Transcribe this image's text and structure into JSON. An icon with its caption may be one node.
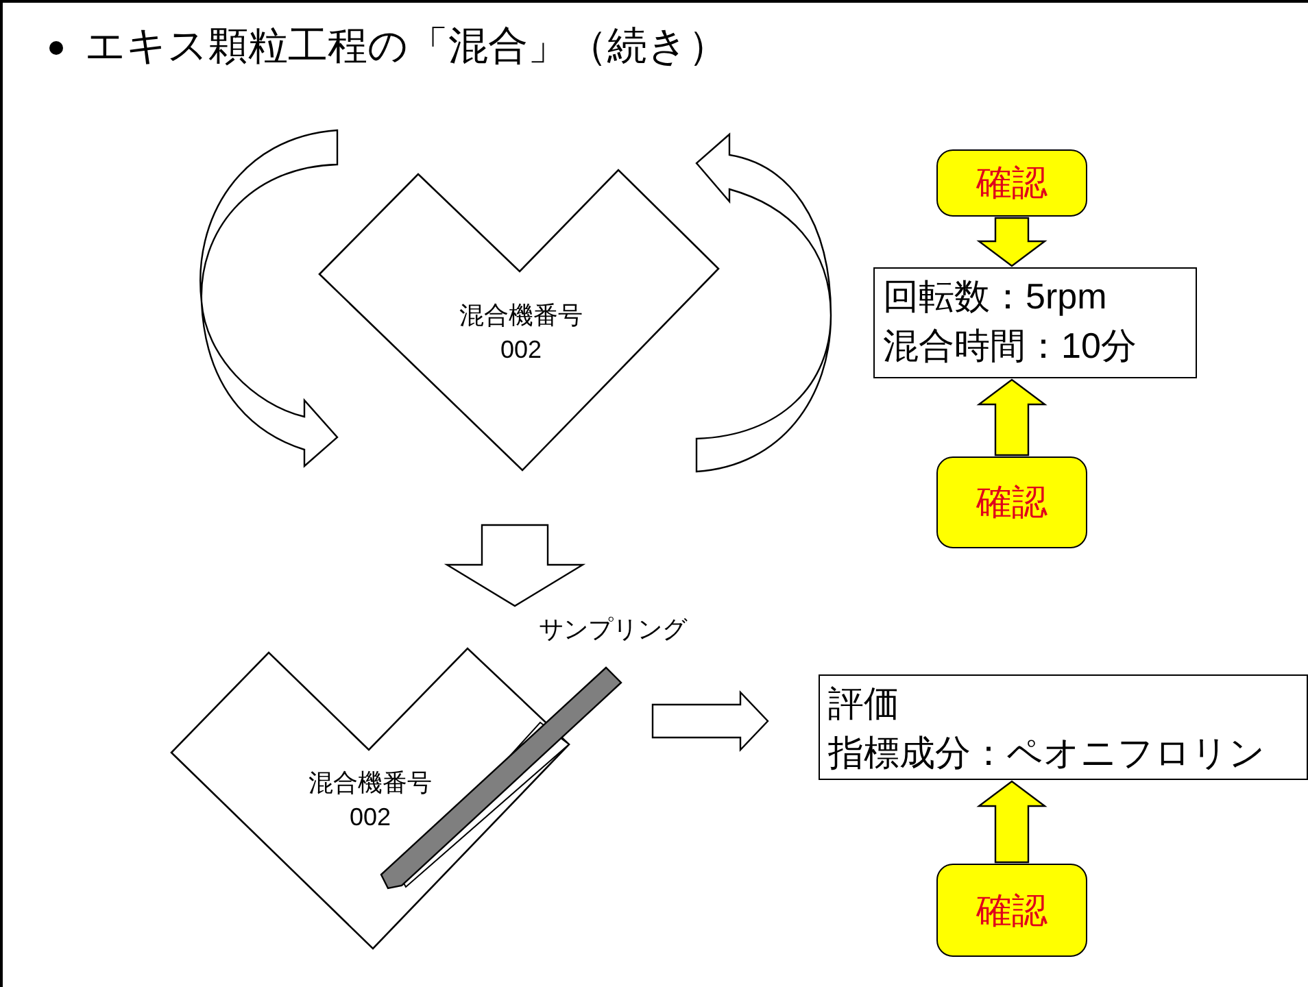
{
  "diagram": {
    "title": "エキス顆粒工程の「混合」（続き）",
    "nodes": [
      {
        "text": [
          "混合機番号",
          "002"
        ]
      },
      {
        "text": [
          "確認"
        ]
      },
      {
        "text": [
          "回転数：5rpm",
          "混合時間：10分"
        ]
      },
      {
        "text": [
          "確認"
        ]
      },
      {
        "text": [
          "混合機番号",
          "002"
        ],
        "beside": [
          "サンプリング"
        ]
      },
      {
        "text": [
          "評価",
          "指標成分：ペオニフロリン"
        ]
      },
      {
        "text": [
          "確認"
        ]
      }
    ],
    "edges": [
      {
        "from": 1,
        "to": 2,
        "arrow": "to"
      },
      {
        "from": 3,
        "to": 2,
        "arrow": "to"
      },
      {
        "from": 0,
        "to": 4,
        "arrow": "to",
        "color": "#ffffff"
      },
      {
        "from": 4,
        "to": 5,
        "arrow": "to",
        "color": "#ffffff"
      },
      {
        "from": 6,
        "to": 5,
        "arrow": "to"
      }
    ]
  }
}
